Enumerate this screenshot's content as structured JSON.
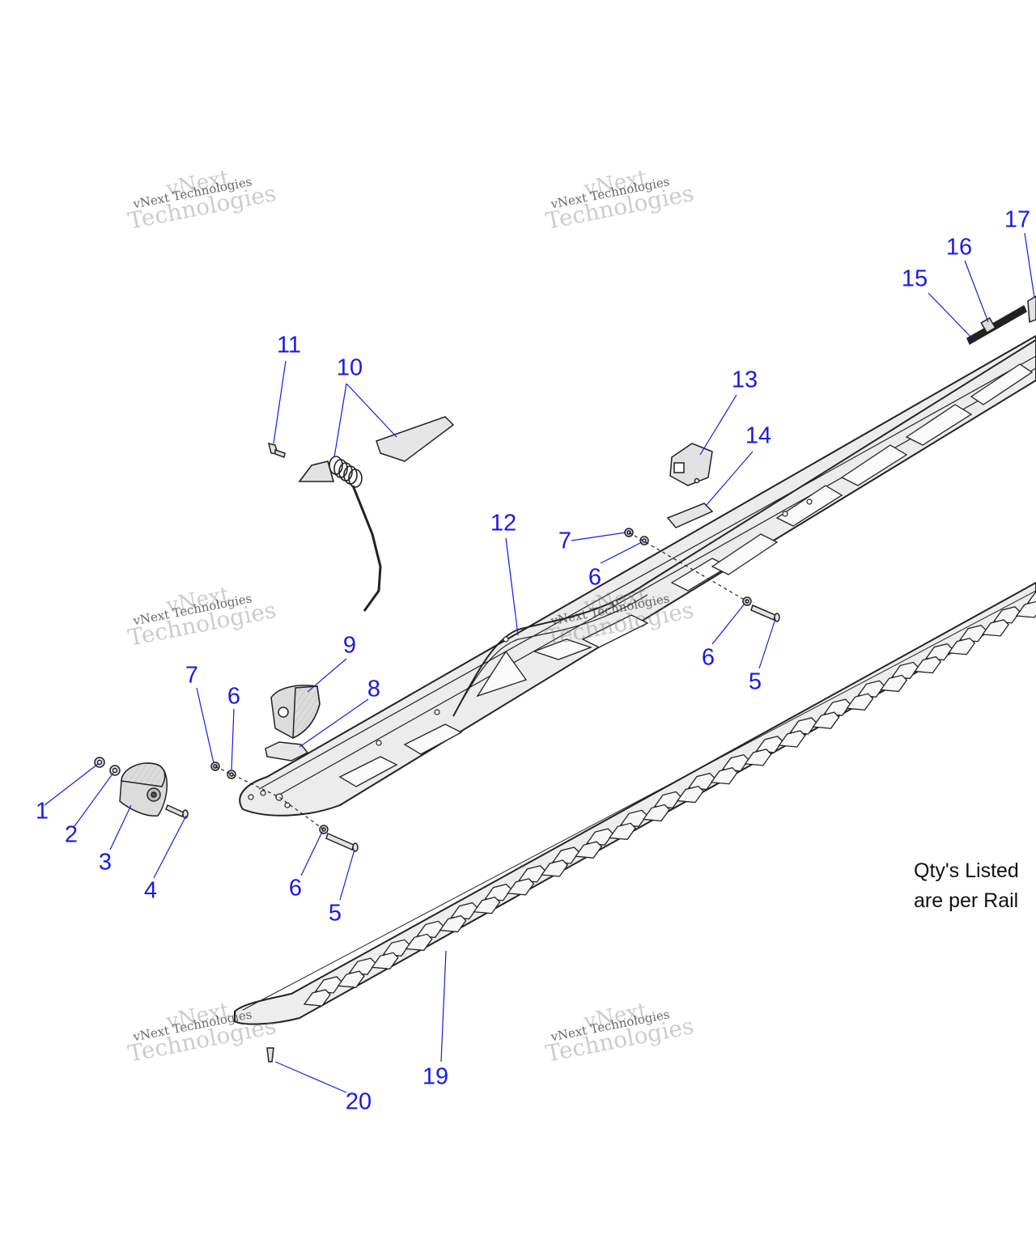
{
  "callouts": [
    {
      "id": "c1",
      "label": "1"
    },
    {
      "id": "c2",
      "label": "2"
    },
    {
      "id": "c3",
      "label": "3"
    },
    {
      "id": "c4",
      "label": "4"
    },
    {
      "id": "c5a",
      "label": "5"
    },
    {
      "id": "c5b",
      "label": "5"
    },
    {
      "id": "c6a",
      "label": "6"
    },
    {
      "id": "c6b",
      "label": "6"
    },
    {
      "id": "c6c",
      "label": "6"
    },
    {
      "id": "c6d",
      "label": "6"
    },
    {
      "id": "c7a",
      "label": "7"
    },
    {
      "id": "c7b",
      "label": "7"
    },
    {
      "id": "c8",
      "label": "8"
    },
    {
      "id": "c9",
      "label": "9"
    },
    {
      "id": "c10",
      "label": "10"
    },
    {
      "id": "c11",
      "label": "11"
    },
    {
      "id": "c12",
      "label": "12"
    },
    {
      "id": "c13",
      "label": "13"
    },
    {
      "id": "c14",
      "label": "14"
    },
    {
      "id": "c15",
      "label": "15"
    },
    {
      "id": "c16",
      "label": "16"
    },
    {
      "id": "c17",
      "label": "17"
    },
    {
      "id": "c19",
      "label": "19"
    },
    {
      "id": "c20",
      "label": "20"
    }
  ],
  "note": {
    "line1": "Qty's Listed",
    "line2": "are per Rail"
  },
  "watermark": {
    "line1": "vNext",
    "line2": "vNext Technologies",
    "line3": "Technologies"
  },
  "colors": {
    "callout": "#1a1ae6",
    "leader": "#1a1ae6",
    "part_stroke": "#222222",
    "part_fill": "#e6e6e6"
  }
}
